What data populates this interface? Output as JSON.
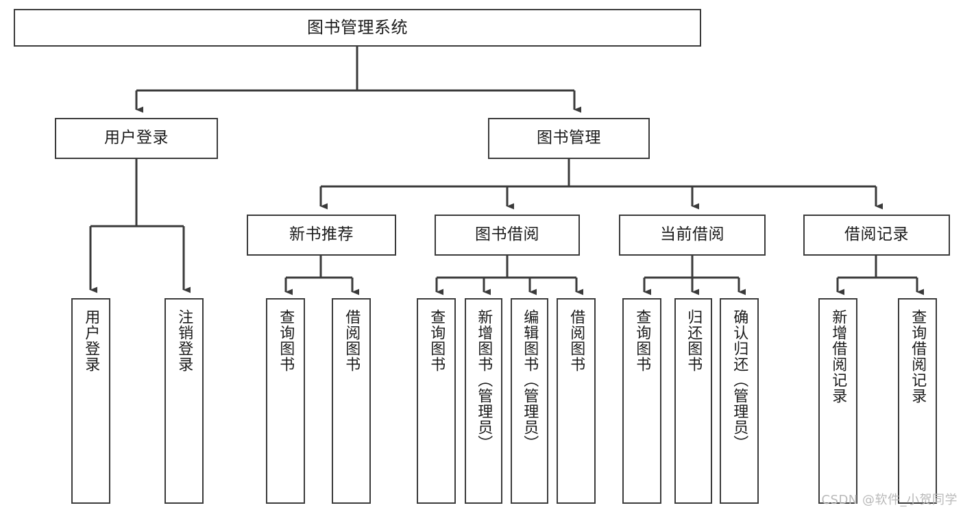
{
  "diagram": {
    "type": "tree-hierarchy-chart",
    "title": "图书管理系统",
    "line_color": "#3a3a3a",
    "box_fill": "#ffffff",
    "text_color": "#1b1b1b",
    "levels": 4,
    "root": {
      "id": "root",
      "label": "图书管理系统",
      "orientation": "horizontal"
    },
    "level2": [
      {
        "id": "user-login",
        "label": "用户登录",
        "orientation": "horizontal"
      },
      {
        "id": "book-management",
        "label": "图书管理",
        "orientation": "horizontal"
      }
    ],
    "level3": [
      {
        "id": "new-book-recommend",
        "label": "新书推荐",
        "orientation": "horizontal",
        "parent": "book-management"
      },
      {
        "id": "book-borrow",
        "label": "图书借阅",
        "orientation": "horizontal",
        "parent": "book-management"
      },
      {
        "id": "current-borrow",
        "label": "当前借阅",
        "orientation": "horizontal",
        "parent": "book-management"
      },
      {
        "id": "borrow-record",
        "label": "借阅记录",
        "orientation": "horizontal",
        "parent": "book-management"
      }
    ],
    "leaves": [
      {
        "id": "leaf-user-login",
        "label": "用户登录",
        "parent": "user-login",
        "orientation": "vertical"
      },
      {
        "id": "leaf-logout-login",
        "label": "注销登录",
        "parent": "user-login",
        "orientation": "vertical"
      },
      {
        "id": "leaf-query-book-1",
        "label": "查询图书",
        "parent": "new-book-recommend",
        "orientation": "vertical"
      },
      {
        "id": "leaf-borrow-book-1",
        "label": "借阅图书",
        "parent": "new-book-recommend",
        "orientation": "vertical"
      },
      {
        "id": "leaf-query-book-2",
        "label": "查询图书",
        "parent": "book-borrow",
        "orientation": "vertical"
      },
      {
        "id": "leaf-add-book",
        "label": "新增图书（管理员）",
        "parent": "book-borrow",
        "orientation": "vertical"
      },
      {
        "id": "leaf-edit-book",
        "label": "编辑图书（管理员）",
        "parent": "book-borrow",
        "orientation": "vertical"
      },
      {
        "id": "leaf-borrow-book-2",
        "label": "借阅图书",
        "parent": "book-borrow",
        "orientation": "vertical"
      },
      {
        "id": "leaf-query-book-3",
        "label": "查询图书",
        "parent": "current-borrow",
        "orientation": "vertical"
      },
      {
        "id": "leaf-return-book",
        "label": "归还图书",
        "parent": "current-borrow",
        "orientation": "vertical"
      },
      {
        "id": "leaf-confirm-return",
        "label": "确认归还（管理员）",
        "parent": "current-borrow",
        "orientation": "vertical"
      },
      {
        "id": "leaf-add-record",
        "label": "新增借阅记录",
        "parent": "borrow-record",
        "orientation": "vertical"
      },
      {
        "id": "leaf-query-record",
        "label": "查询借阅记录",
        "parent": "borrow-record",
        "orientation": "vertical"
      }
    ]
  },
  "watermark": {
    "text": "CSDN @软件_小贺同学"
  }
}
